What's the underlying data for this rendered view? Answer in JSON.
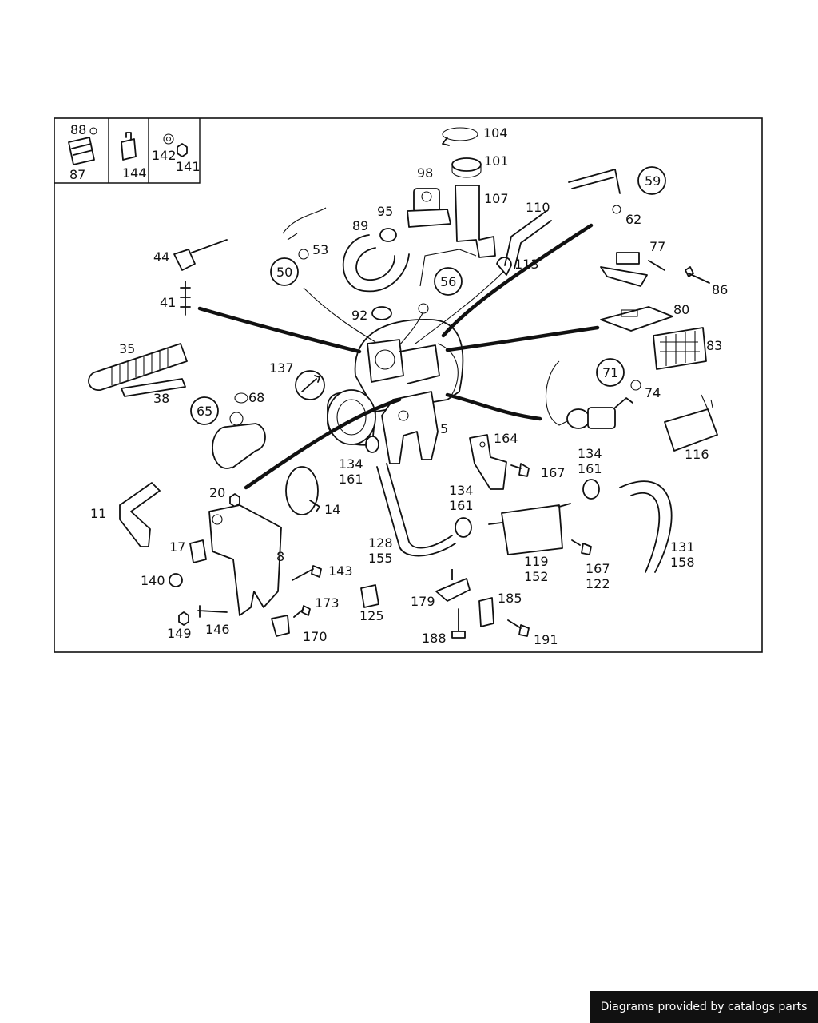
{
  "diagram": {
    "labels": {
      "l88": "88",
      "l87": "87",
      "l144": "144",
      "l142": "142",
      "l141": "141",
      "l104": "104",
      "l101": "101",
      "l98": "98",
      "l107": "107",
      "l95": "95",
      "l89": "89",
      "l110": "110",
      "l59": "59",
      "l62": "62",
      "l53": "53",
      "l50": "50",
      "l56": "56",
      "l113": "113",
      "l77": "77",
      "l86": "86",
      "l44": "44",
      "l41": "41",
      "l92": "92",
      "l80": "80",
      "l83": "83",
      "l35": "35",
      "l137": "137",
      "l38": "38",
      "l68": "68",
      "l65": "65",
      "l71": "71",
      "l74": "74",
      "l5": "5",
      "l116": "116",
      "l164": "164",
      "l134a": "134",
      "l161a": "161",
      "l167a": "167",
      "l134b": "134",
      "l161b": "161",
      "l20": "20",
      "l14": "14",
      "l11": "11",
      "l134c": "134",
      "l161c": "161",
      "l128": "128",
      "l155": "155",
      "l131": "131",
      "l158": "158",
      "l17": "17",
      "l8": "8",
      "l119": "119",
      "l152": "152",
      "l167b": "167",
      "l122": "122",
      "l140": "140",
      "l143": "143",
      "l173": "173",
      "l125": "125",
      "l179": "179",
      "l185": "185",
      "l149": "149",
      "l146": "146",
      "l170": "170",
      "l188": "188",
      "l191": "191"
    }
  },
  "footer": {
    "text": "Diagrams provided by catalogs parts"
  },
  "colors": {
    "ink": "#111111",
    "background": "#ffffff",
    "footer_bg": "#111111",
    "footer_text": "#ffffff"
  }
}
